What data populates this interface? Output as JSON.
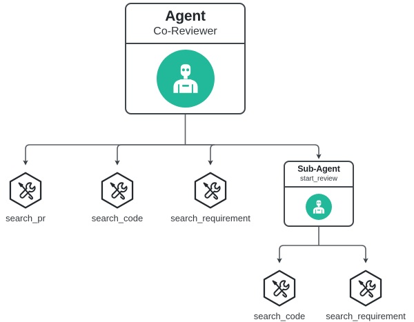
{
  "diagram": {
    "type": "agent-tool-hierarchy",
    "background_color": "#ffffff",
    "accent_color": "#22b99a",
    "line_color": "#5a5f64",
    "border_color": "#3f454a",
    "root_agent": {
      "title": "Agent",
      "subtitle": "Co-Reviewer",
      "icon": "robot-icon"
    },
    "sub_agent": {
      "title": "Sub-Agent",
      "subtitle": "start_review",
      "icon": "robot-icon"
    },
    "root_tools": [
      {
        "label": "search_pr",
        "icon": "tools-hexagon-icon"
      },
      {
        "label": "search_code",
        "icon": "tools-hexagon-icon"
      },
      {
        "label": "search_requirement",
        "icon": "tools-hexagon-icon"
      }
    ],
    "sub_agent_tools": [
      {
        "label": "search_code",
        "icon": "tools-hexagon-icon"
      },
      {
        "label": "search_requirement",
        "icon": "tools-hexagon-icon"
      }
    ]
  }
}
